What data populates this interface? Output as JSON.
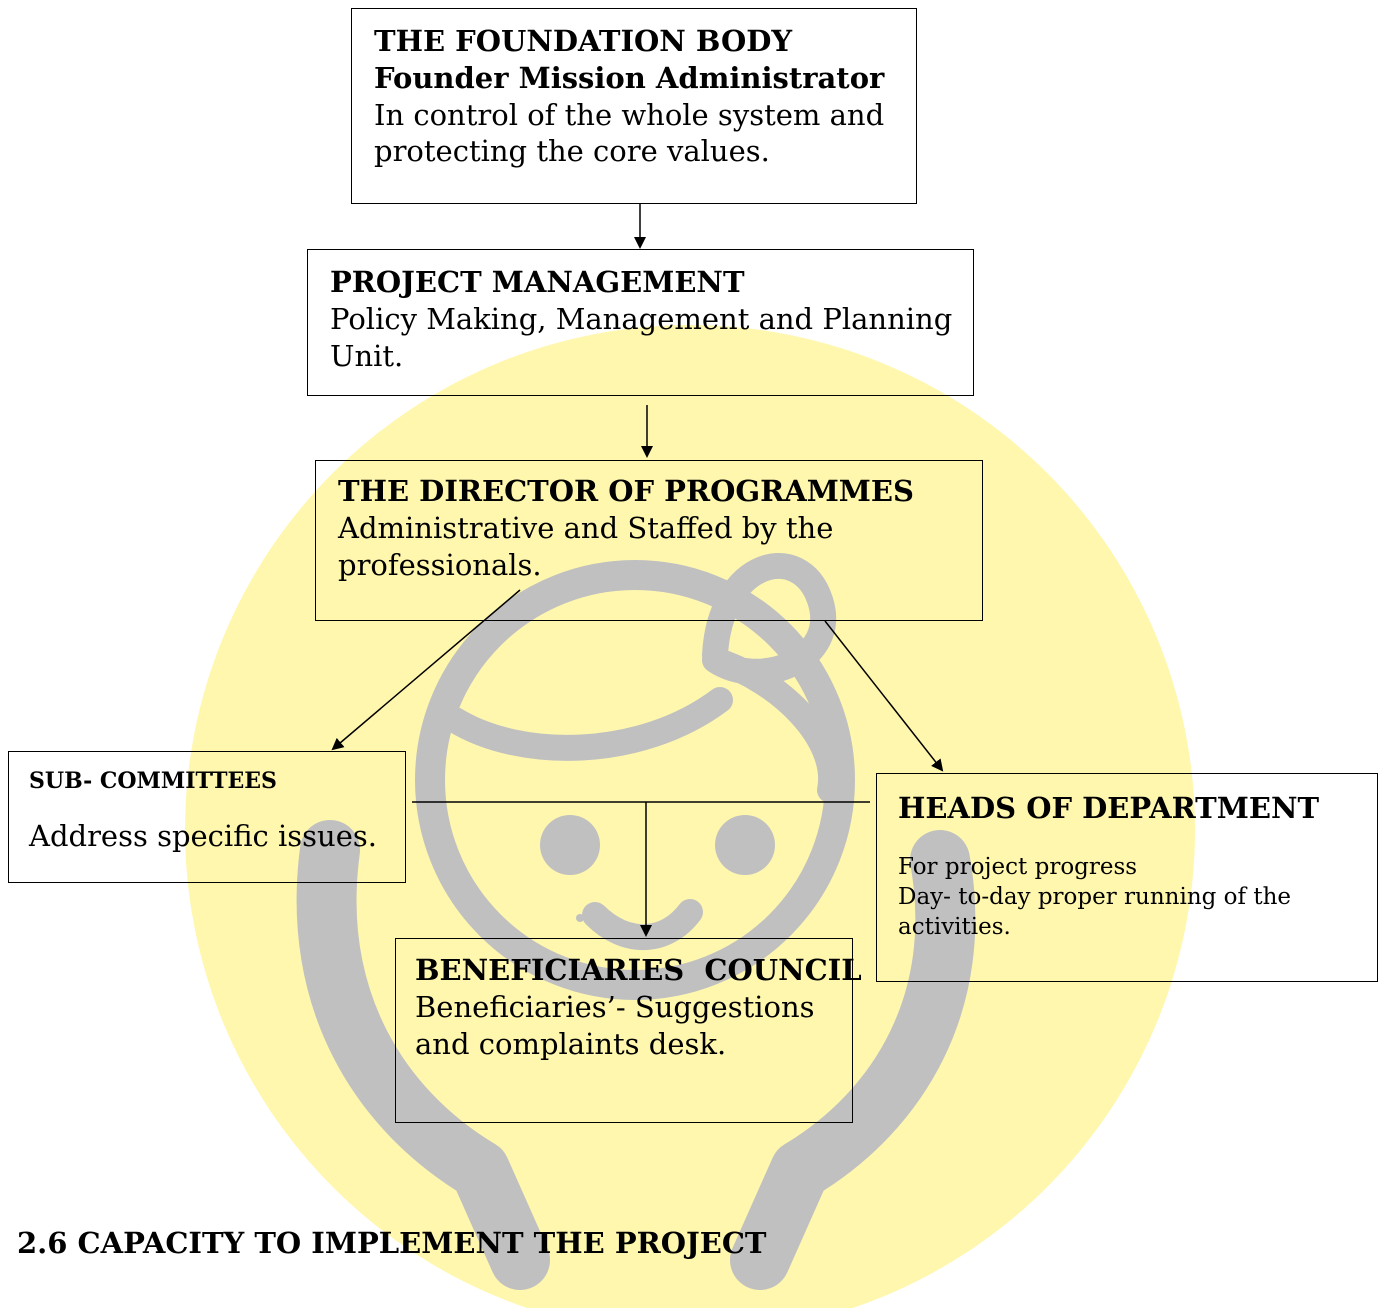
{
  "colors": {
    "watermark_circle": "#FFF7AE",
    "watermark_figure": "#C0C0C0",
    "text": "#000000"
  },
  "icons": [
    "watermark-logo-icon",
    "arrow-down-icon"
  ],
  "boxes": {
    "foundation": {
      "title": "THE FOUNDATION BODY",
      "subtitle": "Founder Mission Administrator",
      "description": "In control of the whole system and protecting the core values."
    },
    "project_management": {
      "title": "PROJECT MANAGEMENT",
      "description": "Policy Making, Management and Planning Unit."
    },
    "director": {
      "title": "THE DIRECTOR OF PROGRAMMES",
      "description": "Administrative and Staffed by the professionals."
    },
    "sub_committees": {
      "title": "SUB- COMMITTEES",
      "description": "Address specific issues."
    },
    "heads_of_department": {
      "title": "HEADS OF DEPARTMENT",
      "description": "For project progress\nDay- to-day proper running of the activities."
    },
    "beneficiaries_council": {
      "title": "BENEFICIARIES  COUNCIL",
      "description": "Beneficiaries’- Suggestions and complaints desk."
    }
  },
  "section_heading": "2.6 CAPACITY TO IMPLEMENT THE PROJECT"
}
